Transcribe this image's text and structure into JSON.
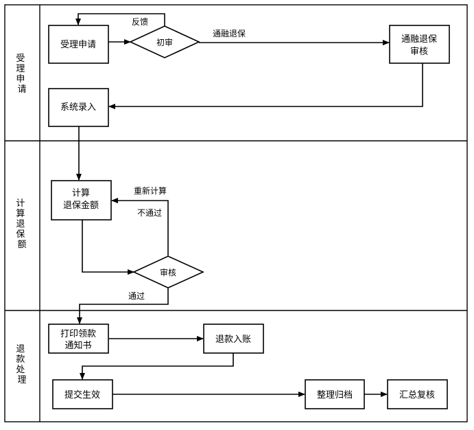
{
  "lanes": [
    {
      "label": [
        "受",
        "理",
        "申",
        "请"
      ]
    },
    {
      "label": [
        "计",
        "算",
        "退",
        "保",
        "额"
      ]
    },
    {
      "label": [
        "退",
        "款",
        "处",
        "理"
      ]
    }
  ],
  "nodes": {
    "accept_application": [
      "受理申请"
    ],
    "initial_review": [
      "初审"
    ],
    "tongrong_review": [
      "通融退保",
      "审核"
    ],
    "system_entry": [
      "系统录入"
    ],
    "calc_amount": [
      "计算",
      "退保金额"
    ],
    "review": [
      "审核"
    ],
    "print_notice": [
      "打印领款",
      "通知书"
    ],
    "refund_posting": [
      "退款入账"
    ],
    "submit_effective": [
      "提交生效"
    ],
    "organize_archive": [
      "整理归档"
    ],
    "summary_recheck": [
      "汇总复核"
    ]
  },
  "edge_labels": {
    "feedback": "反馈",
    "tongrong": "通融退保",
    "recalc": "重新计算",
    "not_pass": "不通过",
    "pass": "通过"
  }
}
